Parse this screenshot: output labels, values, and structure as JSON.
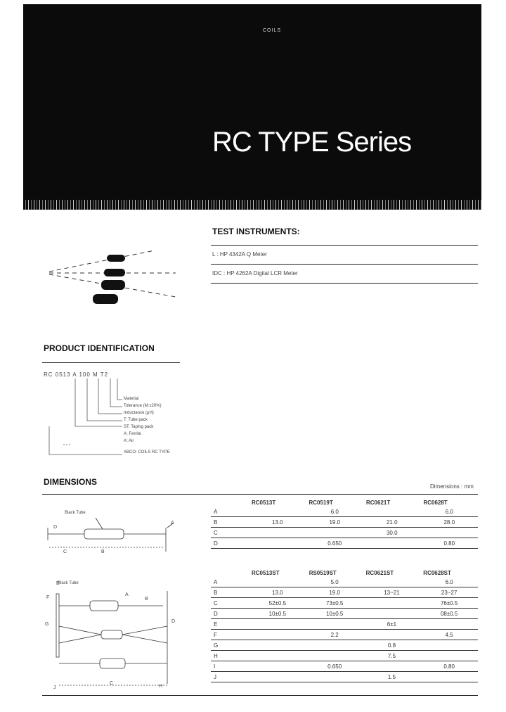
{
  "header": {
    "category": "COILS",
    "title": "RC TYPE Series"
  },
  "test_instruments": {
    "heading": "TEST INSTRUMENTS:",
    "lines": [
      "L : HP 4342A Q Meter",
      "IDC : HP 4262A Digital LCR Meter"
    ]
  },
  "product_identification": {
    "heading": "PRODUCT IDENTIFICATION",
    "code": "RC 0513 A 100 M T2",
    "legend": [
      "Material",
      "Tolerance (M:±20%)",
      "Inductance (μH)",
      "T: Tube pack",
      "ST: Taping pack",
      "A: Ferrite",
      "A: Air",
      "ABCO: COILS RC TYPE"
    ]
  },
  "dimensions": {
    "heading": "DIMENSIONS",
    "unit_note": "Dimensions : mm",
    "diagram1_labels": {
      "tube": "Black Tube",
      "A": "A",
      "B": "B",
      "C": "C",
      "D": "D"
    },
    "diagram2_labels": {
      "tube": "Black Tube",
      "A": "A",
      "B": "B",
      "C": "C",
      "D": "D",
      "E": "E",
      "F": "F",
      "G": "G",
      "H": "H",
      "J": "J"
    },
    "table1": {
      "columns": [
        "RC0513T",
        "RC0519T",
        "RC0621T",
        "RC0628T"
      ],
      "rows": [
        {
          "label": "A",
          "values": [
            "",
            "6.0",
            "",
            "6.0"
          ]
        },
        {
          "label": "B",
          "values": [
            "13.0",
            "19.0",
            "21.0",
            "28.0"
          ]
        },
        {
          "label": "C",
          "values": [
            "",
            "",
            "30.0",
            ""
          ]
        },
        {
          "label": "D",
          "values": [
            "",
            "0.650",
            "",
            "0.80"
          ]
        }
      ]
    },
    "table2": {
      "columns": [
        "RC0513ST",
        "RS0519ST",
        "RC0621ST",
        "RC0628ST"
      ],
      "rows": [
        {
          "label": "A",
          "values": [
            "",
            "5.0",
            "",
            "6.0"
          ]
        },
        {
          "label": "B",
          "values": [
            "13.0",
            "19.0",
            "13~21",
            "23~27"
          ]
        },
        {
          "label": "C",
          "values": [
            "52±0.5",
            "73±0.5",
            "",
            "76±0.5"
          ]
        },
        {
          "label": "D",
          "values": [
            "10±0.5",
            "10±0.5",
            "",
            "08±0.5"
          ]
        },
        {
          "label": "E",
          "values": [
            "",
            "",
            "6±1",
            ""
          ]
        },
        {
          "label": "F",
          "values": [
            "",
            "2.2",
            "",
            "4.5"
          ]
        },
        {
          "label": "G",
          "values": [
            "",
            "",
            "0.8",
            ""
          ]
        },
        {
          "label": "H",
          "values": [
            "",
            "",
            "7.5",
            ""
          ]
        },
        {
          "label": "I",
          "values": [
            "",
            "0.650",
            "",
            "0.80"
          ]
        },
        {
          "label": "J",
          "values": [
            "",
            "",
            "1.5",
            ""
          ]
        }
      ]
    }
  }
}
